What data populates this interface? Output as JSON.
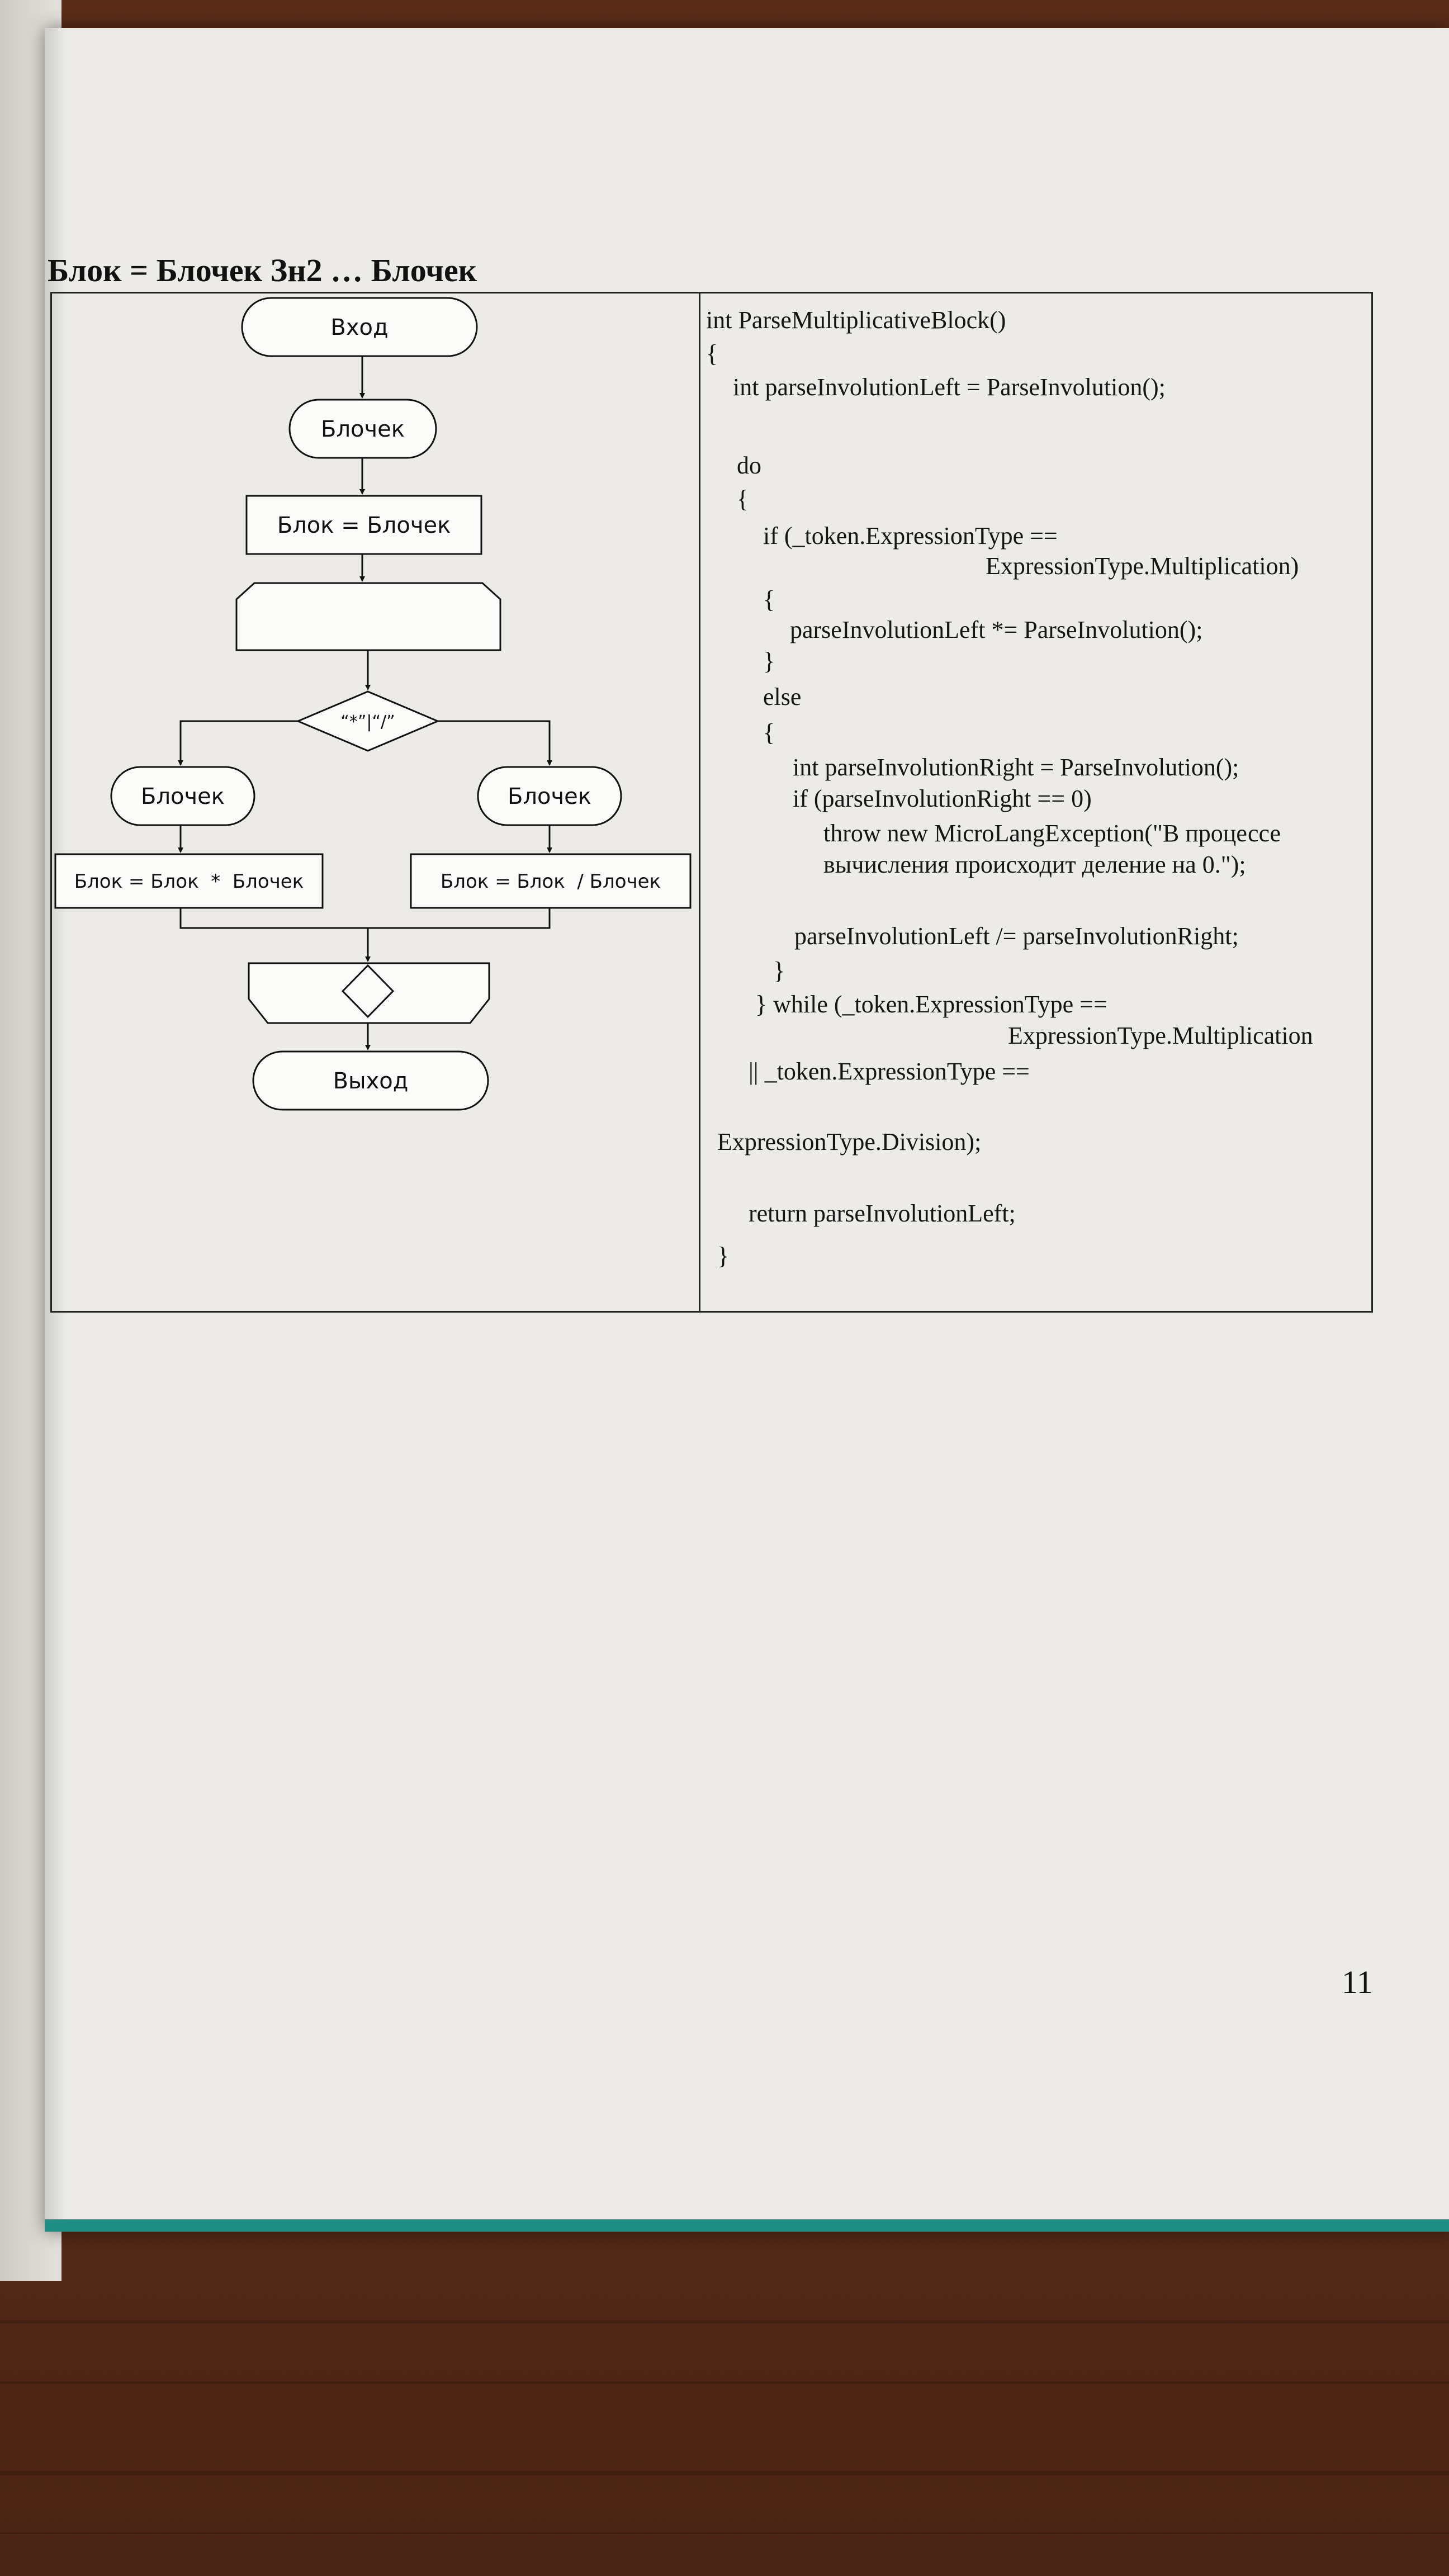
{
  "heading": "Блок = Блочек Зн2 … Блочек",
  "flowchart": {
    "start": "Вход",
    "blochek_top": "Блочек",
    "assign_top": "Блок = Блочек",
    "decision": "“*”|“/”",
    "blochek_left": "Блочек",
    "blochek_right": "Блочек",
    "assign_mul": "Блок = Блок  *  Блочек",
    "assign_div": "Блок = Блок  / Блочек",
    "end": "Выход"
  },
  "code_lines": [
    "int ParseMultiplicativeBlock()",
    "{",
    "int parseInvolutionLeft = ParseInvolution();",
    "do",
    "{",
    "if (_token.ExpressionType ==",
    "ExpressionType.Multiplication)",
    "{",
    "parseInvolutionLeft *= ParseInvolution();",
    "}",
    "else",
    "{",
    "int parseInvolutionRight = ParseInvolution();",
    "if (parseInvolutionRight == 0)",
    "throw new MicroLangException(\"В процессе",
    "вычисления происходит деление на 0.\");",
    "parseInvolutionLeft /= parseInvolutionRight;",
    "}",
    "} while (_token.ExpressionType ==",
    "ExpressionType.Multiplication",
    "|| _token.ExpressionType ==",
    "ExpressionType.Division);",
    "return parseInvolutionLeft;",
    "}"
  ],
  "page_number": "11"
}
